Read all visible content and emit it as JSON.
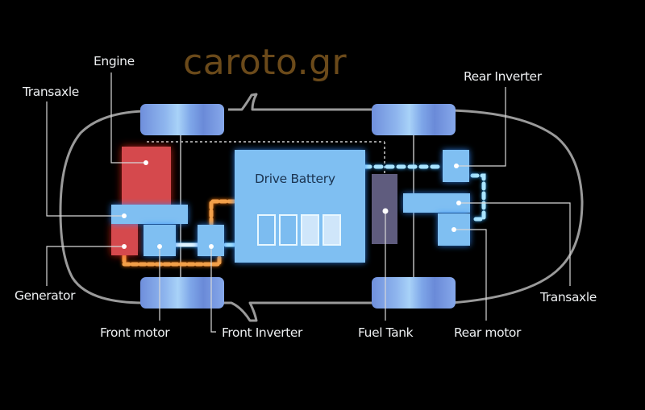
{
  "diagram": {
    "title": "Plug-in hybrid AWD powertrain layout (top view)",
    "watermark": "caroto.gr",
    "colors": {
      "background": "#000000",
      "body_outline": "#9a9a9a",
      "wheel": "#7fa6e6",
      "electric_component": "#7fbff2",
      "engine_component": "#d5484e",
      "fuel_tank": "#5f5c7e",
      "hv_cable_front": "#f2a04a",
      "hv_cable_rear": "#a9e4ff",
      "battery": "#7fbff2",
      "watermark": "#6b4a1a"
    },
    "components": {
      "engine": "Engine",
      "transaxle_front": "Transaxle",
      "generator": "Generator",
      "front_motor": "Front motor",
      "front_inverter": "Front Inverter",
      "drive_battery": "Drive Battery",
      "fuel_tank": "Fuel Tank",
      "rear_inverter": "Rear Inverter",
      "transaxle_rear": "Transaxle",
      "rear_motor": "Rear motor"
    },
    "battery_cells": 4,
    "battery_cells_charged": 2
  }
}
